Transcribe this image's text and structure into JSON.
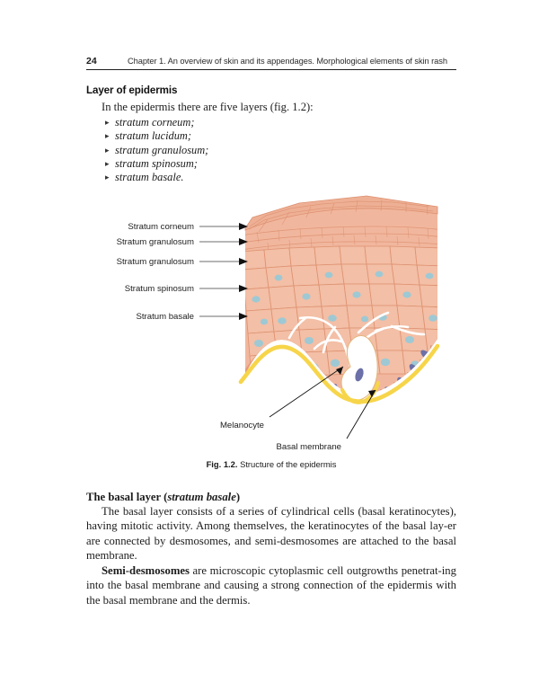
{
  "header": {
    "page_number": "24",
    "running_head": "Chapter 1. An overview of skin and its appendages. Morphological elements of skin rash"
  },
  "section": {
    "heading": "Layer of epidermis",
    "intro": "In the epidermis there are five layers (fig. 1.2):",
    "bullet_glyph": "▸",
    "layers": [
      "stratum corneum;",
      "stratum lucidum;",
      "stratum granulosum;",
      "stratum spinosum;",
      "stratum basale."
    ]
  },
  "figure": {
    "caption_label": "Fig. 1.2.",
    "caption_text": " Structure of the epidermis",
    "labels": [
      "Stratum corneum",
      "Stratum granulosum",
      "Stratum granulosum",
      "Stratum spinosum",
      "Stratum basale"
    ],
    "callouts": [
      "Melanocyte",
      "Basal membrane"
    ],
    "colors": {
      "cell_fill": "#f0b49c",
      "cell_fill_light": "#f4c4ae",
      "cell_outline": "#dd9070",
      "top_surface": "#eeb095",
      "basal_fill": "#e79a78",
      "nucleus_upper": "#9ec9d4",
      "nucleus_basal": "#6c70a8",
      "membrane": "#f7d54a",
      "melanocyte": "#ffffff",
      "leader_line": "#6e6e6e",
      "arrow": "#111111"
    }
  },
  "body": {
    "heading_main": "The basal layer (",
    "heading_italic": "stratum basale",
    "heading_end": ")",
    "paragraph1_a": "The basal layer consists of a series of cylindrical cells (basal keratinocytes), having mitotic activity. Among themselves, the keratinocytes of the basal lay-er are connected by desmosomes, and semi-desmosomes are attached to the basal membrane.",
    "paragraph2_bold": "Semi-desmosomes",
    "paragraph2_rest": " are microscopic cytoplasmic cell outgrowths penetrat-ing into the basal membrane and causing a strong connection of the epidermis with the basal membrane and the dermis."
  }
}
